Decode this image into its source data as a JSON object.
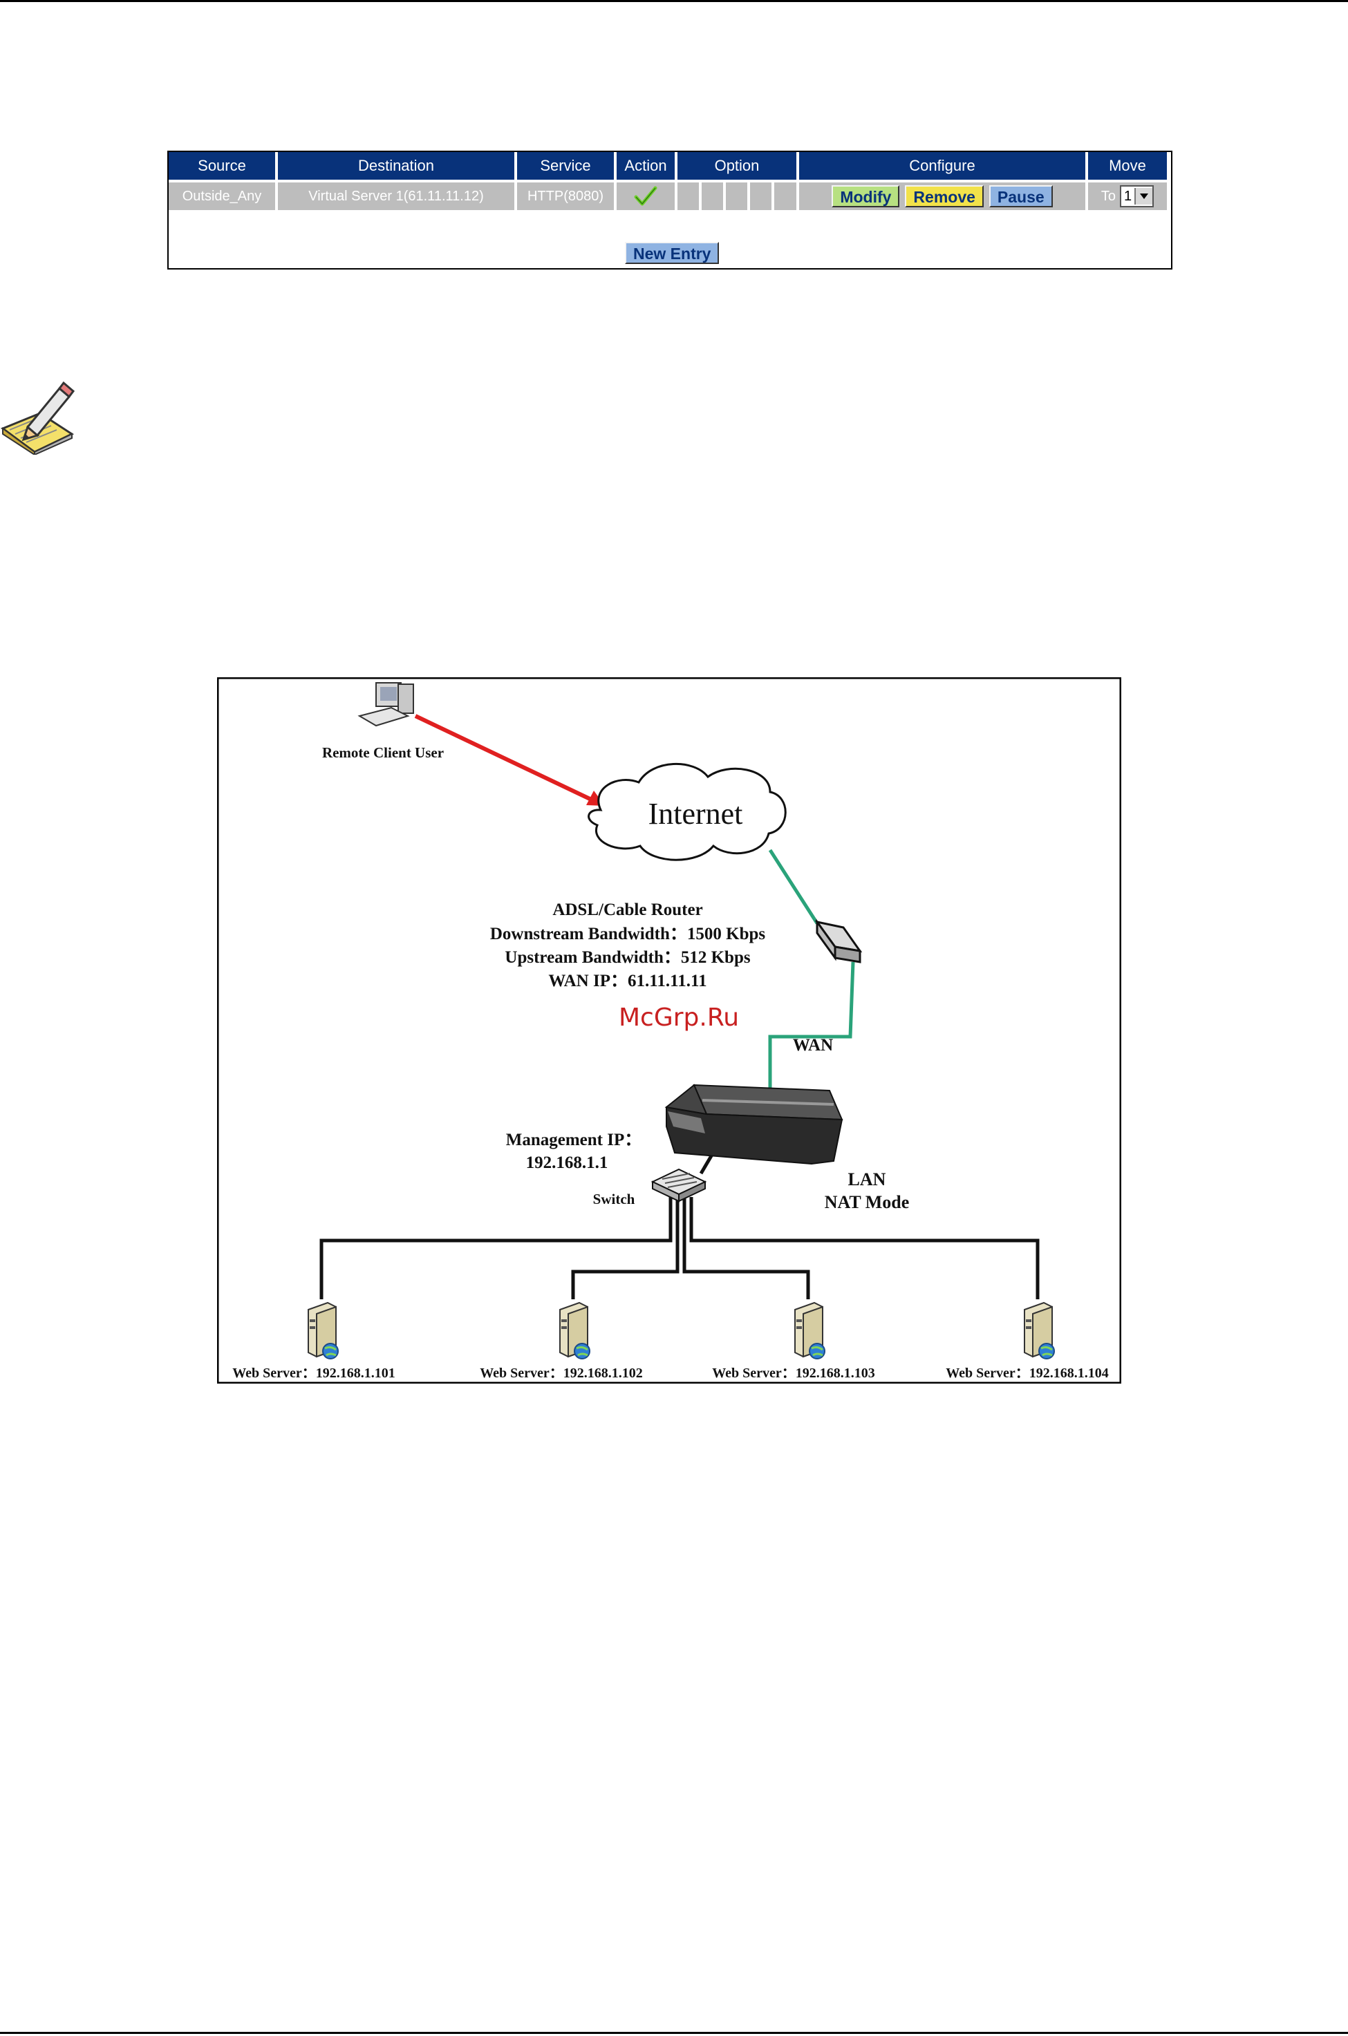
{
  "policy_table": {
    "headers": {
      "source": "Source",
      "destination": "Destination",
      "service": "Service",
      "action": "Action",
      "option": "Option",
      "configure": "Configure",
      "move": "Move"
    },
    "row": {
      "source": "Outside_Any",
      "destination": "Virtual Server 1(61.11.11.12)",
      "service": "HTTP(8080)",
      "action_icon": "checkmark-icon",
      "buttons": {
        "modify": "Modify",
        "remove": "Remove",
        "pause": "Pause"
      },
      "move_prefix": "To",
      "move_value": "1"
    },
    "new_entry": "New Entry"
  },
  "note_icon": "note-pencil-icon",
  "diagram": {
    "remote_client": "Remote Client User",
    "internet": "Internet",
    "router_lines": [
      "ADSL/Cable Router",
      "Downstream Bandwidth：1500 Kbps",
      "Upstream Bandwidth：512 Kbps",
      "WAN IP：61.11.11.11"
    ],
    "watermark": "McGrp.Ru",
    "wan": "WAN",
    "management_ip_label": "Management IP：",
    "management_ip": "192.168.1.1",
    "switch": "Switch",
    "lan": "LAN",
    "nat_mode": "NAT Mode",
    "servers": [
      "Web Server：192.168.1.101",
      "Web Server：192.168.1.102",
      "Web Server：192.168.1.103",
      "Web Server：192.168.1.104"
    ],
    "colors": {
      "client_link": "#e02020",
      "wan_link": "#2aa37a",
      "watermark": "#c82020"
    }
  }
}
